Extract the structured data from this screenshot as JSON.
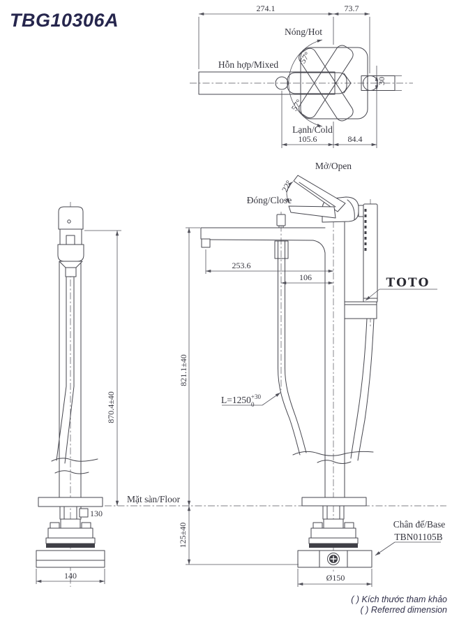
{
  "title": "TBG10306A",
  "top_view": {
    "dim_width_total": "274.1",
    "dim_width_right": "73.7",
    "label_hot": "Nóng/Hot",
    "label_mixed": "Hỗn hợp/Mixed",
    "label_cold": "Lạnh/Cold",
    "angle_hot": "57°",
    "angle_cold": "57°",
    "dim_holder": "30",
    "dim_bottom_left": "105.6",
    "dim_bottom_right": "84.4"
  },
  "front_view": {
    "label_open": "Mở/Open",
    "label_close": "Đóng/Close",
    "angle_open": "22°",
    "dim_spout_reach": "253.6",
    "dim_hose_offset": "106",
    "dim_spout_height": "821.1±40",
    "hose_length": "L=1250",
    "hose_tol_upper": "+30",
    "hose_tol_lower": "0",
    "logo": "TOTO",
    "floor_label": "Mặt sàn/Floor",
    "dim_below_floor": "125±40",
    "base_label_line1": "Chân đế/Base",
    "base_label_line2": "TBN01105B",
    "dim_base_diameter": "Ø150"
  },
  "side_view": {
    "dim_total_height": "870.4±40",
    "dim_plate_square": "130",
    "dim_base_width": "140"
  },
  "footnotes": {
    "vietnamese": "( ) Kích thước tham khảo",
    "english": "( ) Referred dimension"
  },
  "colors": {
    "title": "#26264d",
    "line": "#46464e",
    "dim_line": "#51515a"
  }
}
